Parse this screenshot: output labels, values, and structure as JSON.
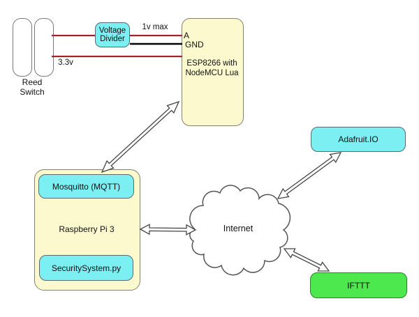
{
  "colors": {
    "box_yellow": "#FCF9CE",
    "box_cyan": "#7BEFF2",
    "box_green": "#4DE84D",
    "wire_red": "#A2222E",
    "wire_ground": "#000000"
  },
  "sensor": {
    "reed_switch_label": "Reed Switch",
    "voltage_divider_label": "Voltage Divider",
    "wire_labels": {
      "analog_max": "1v max",
      "supply": "3.3v"
    }
  },
  "esp8266": {
    "pin_a": "A",
    "pin_gnd": "GND",
    "label": "ESP8266 with NodeMCU Lua"
  },
  "raspberry_pi": {
    "label": "Raspberry Pi 3",
    "services": [
      "Mosquitto (MQTT)",
      "SecuritySystem.py"
    ]
  },
  "internet": {
    "label": "Internet"
  },
  "cloud_services": {
    "adafruit": "Adafruit.IO",
    "ifttt": "IFTTT"
  }
}
